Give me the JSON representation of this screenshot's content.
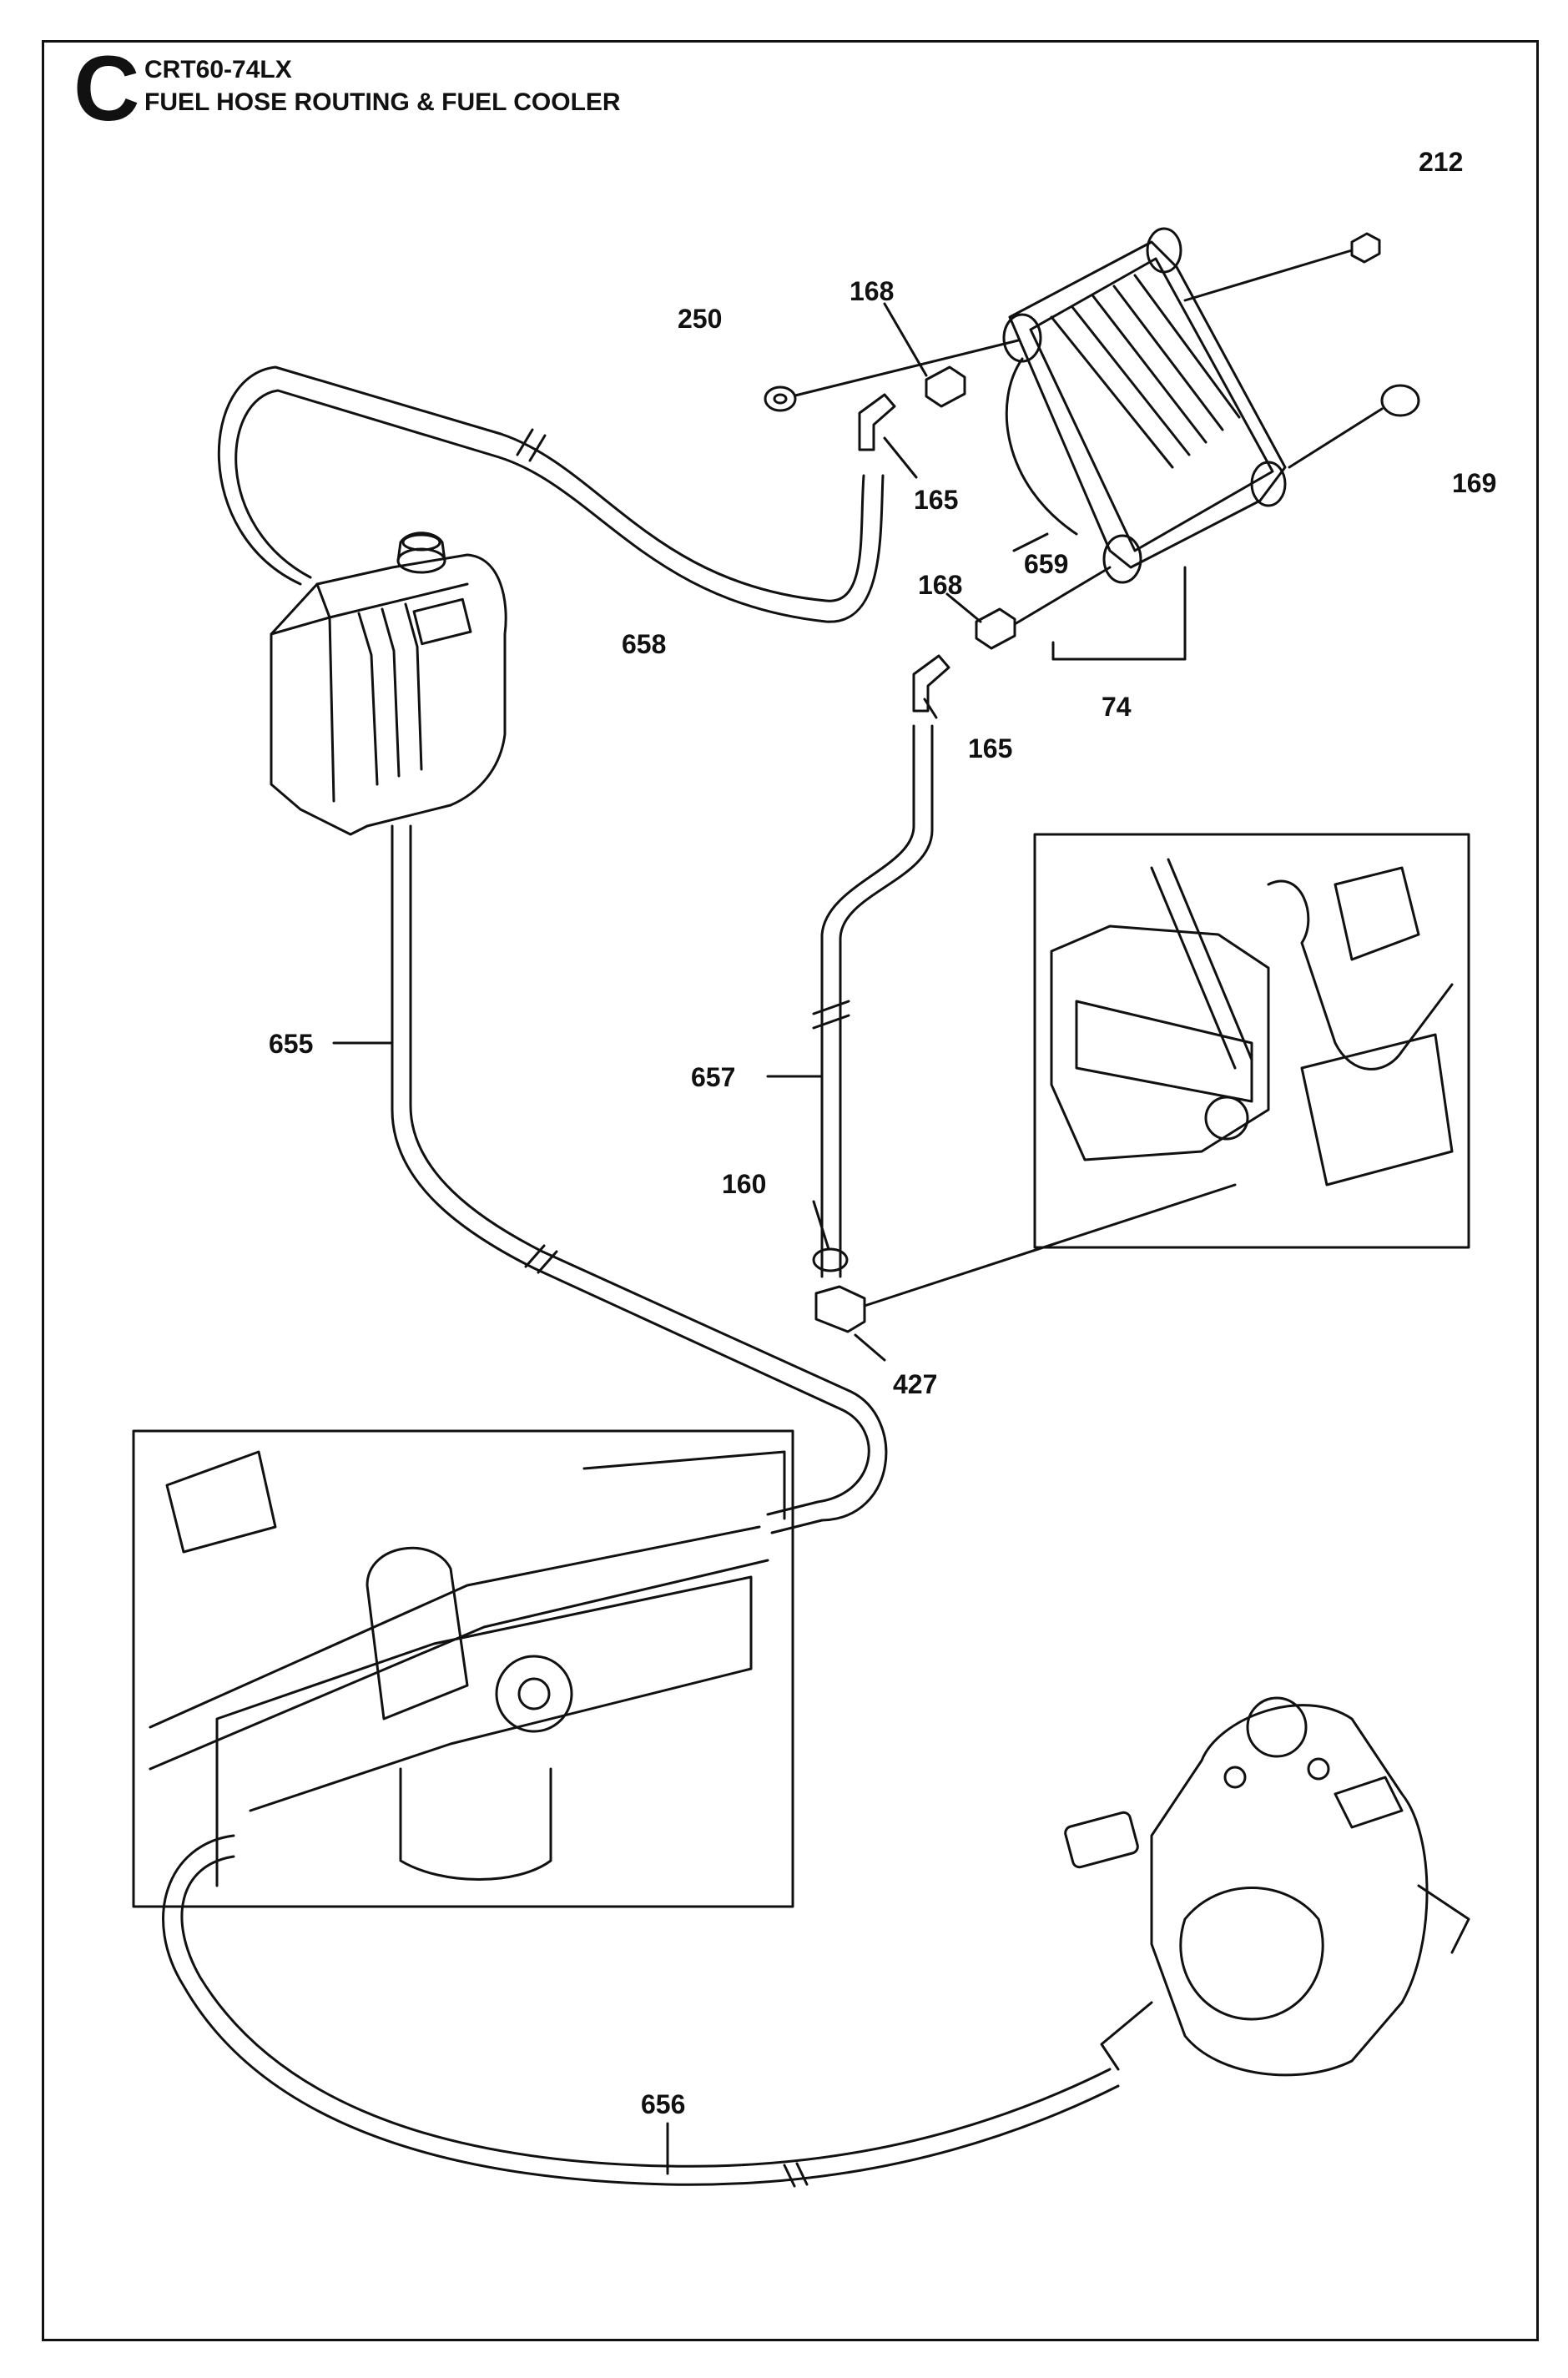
{
  "header": {
    "section_letter": "C",
    "model": "CRT60-74LX",
    "title": "FUEL HOSE ROUTING & FUEL COOLER"
  },
  "parts": [
    {
      "id": "p212",
      "number": "212"
    },
    {
      "id": "p250",
      "number": "250"
    },
    {
      "id": "p168a",
      "number": "168"
    },
    {
      "id": "p165a",
      "number": "165"
    },
    {
      "id": "p169",
      "number": "169"
    },
    {
      "id": "p659",
      "number": "659"
    },
    {
      "id": "p168b",
      "number": "168"
    },
    {
      "id": "p658",
      "number": "658"
    },
    {
      "id": "p74",
      "number": "74"
    },
    {
      "id": "p165b",
      "number": "165"
    },
    {
      "id": "p655",
      "number": "655"
    },
    {
      "id": "p657",
      "number": "657"
    },
    {
      "id": "p160",
      "number": "160"
    },
    {
      "id": "p427",
      "number": "427"
    },
    {
      "id": "p656",
      "number": "656"
    }
  ]
}
